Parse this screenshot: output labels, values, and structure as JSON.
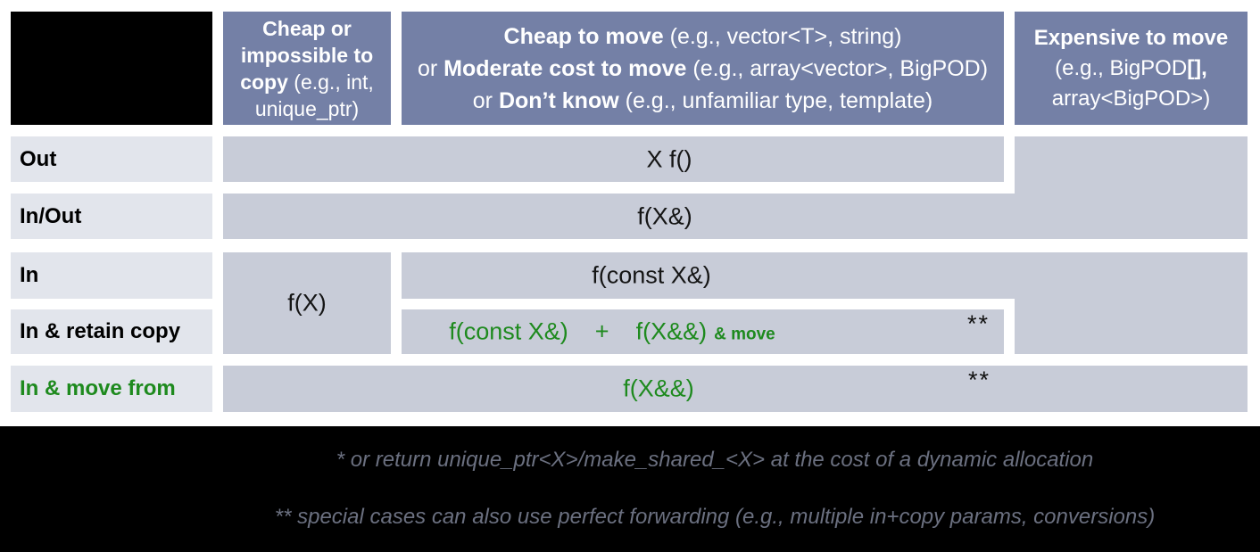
{
  "colors": {
    "header_bg": "#7480a6",
    "data_cell_bg": "#c8ccd8",
    "label_bg": "#e2e5ec",
    "accent_green": "#1e8a1e",
    "footnote_gray": "#6b7080",
    "black_block": "#000000"
  },
  "header": {
    "col1": {
      "bold": "Cheap or impossible to copy",
      "rest": " (e.g., int, unique_ptr)"
    },
    "col2": {
      "l1_bold": "Cheap to move",
      "l1_rest": " (e.g., vector<T>, string)",
      "l2_pre": "or ",
      "l2_bold": "Moderate cost to move",
      "l2_rest": " (e.g., array<vector>, BigPOD)",
      "l3_pre": "or ",
      "l3_bold": "Don’t know",
      "l3_rest": " (e.g., unfamiliar type, template)"
    },
    "col3": {
      "bold": "Expensive to move",
      "l2_pre": "(e.g., BigPOD",
      "l2_bold": "[],",
      "l3": "array<BigPOD>)"
    }
  },
  "rows": {
    "out": {
      "label": "Out",
      "cell": "X f()"
    },
    "inout": {
      "label": "In/Out",
      "cell": "f(X&)"
    },
    "in": {
      "label": "In",
      "cell_copy": "f(X)",
      "cell_ref": "f(const X&)"
    },
    "retain": {
      "label": "In & retain copy",
      "cell_a": "f(const X&)",
      "plus": "+",
      "cell_b": "f(X&&)",
      "move_suffix": "& move",
      "footnote_mark": "**"
    },
    "movefrom": {
      "label": "In & move from",
      "cell": "f(X&&)",
      "footnote_mark": "**"
    }
  },
  "footnotes": {
    "line1": "* or return unique_ptr<X>/make_shared_<X> at the cost of a dynamic allocation",
    "line2": "** special cases can also use perfect forwarding (e.g., multiple in+copy params, conversions)"
  }
}
